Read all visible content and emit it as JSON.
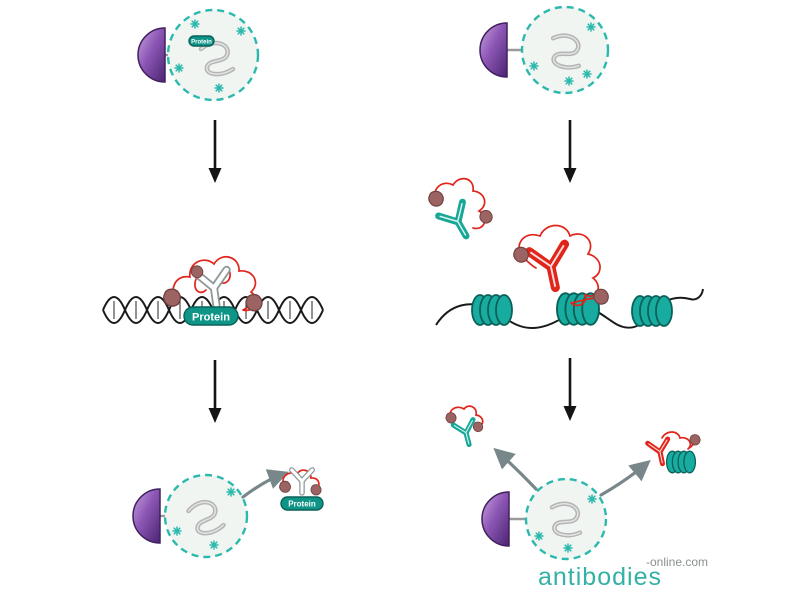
{
  "labels": {
    "cell_badge": "Protein",
    "protein_bound": "Protein",
    "protein_released": "Protein"
  },
  "logo": {
    "brand": "antibodies",
    "suffix": "-online.com"
  },
  "colors": {
    "teal": "#16a796",
    "membrane_teal": "#2bb9ad",
    "purple": "#8d57b5",
    "red": "#e1251b",
    "brown_blob": "#9b6462",
    "dna_black": "#1a1a1a",
    "release_arrow_gray": "#78888a",
    "protein_pill": "#0f9488",
    "logo_teal": "#33b1a4",
    "logo_gray": "#8a8f8f"
  },
  "icons": {
    "bead": "purple-half-dome-bead",
    "cell": "dashed-circle-vesicle",
    "chromatin": "gray-squiggle",
    "antibody": "y-shaped-antibody",
    "nucleosome": "teal-nucleosome-spool",
    "epitope": "brown-blob",
    "workflow_arrow": "black-down-arrow",
    "release_arrow": "curved-gray-arrow",
    "sparkle": "teal-sparkle"
  }
}
